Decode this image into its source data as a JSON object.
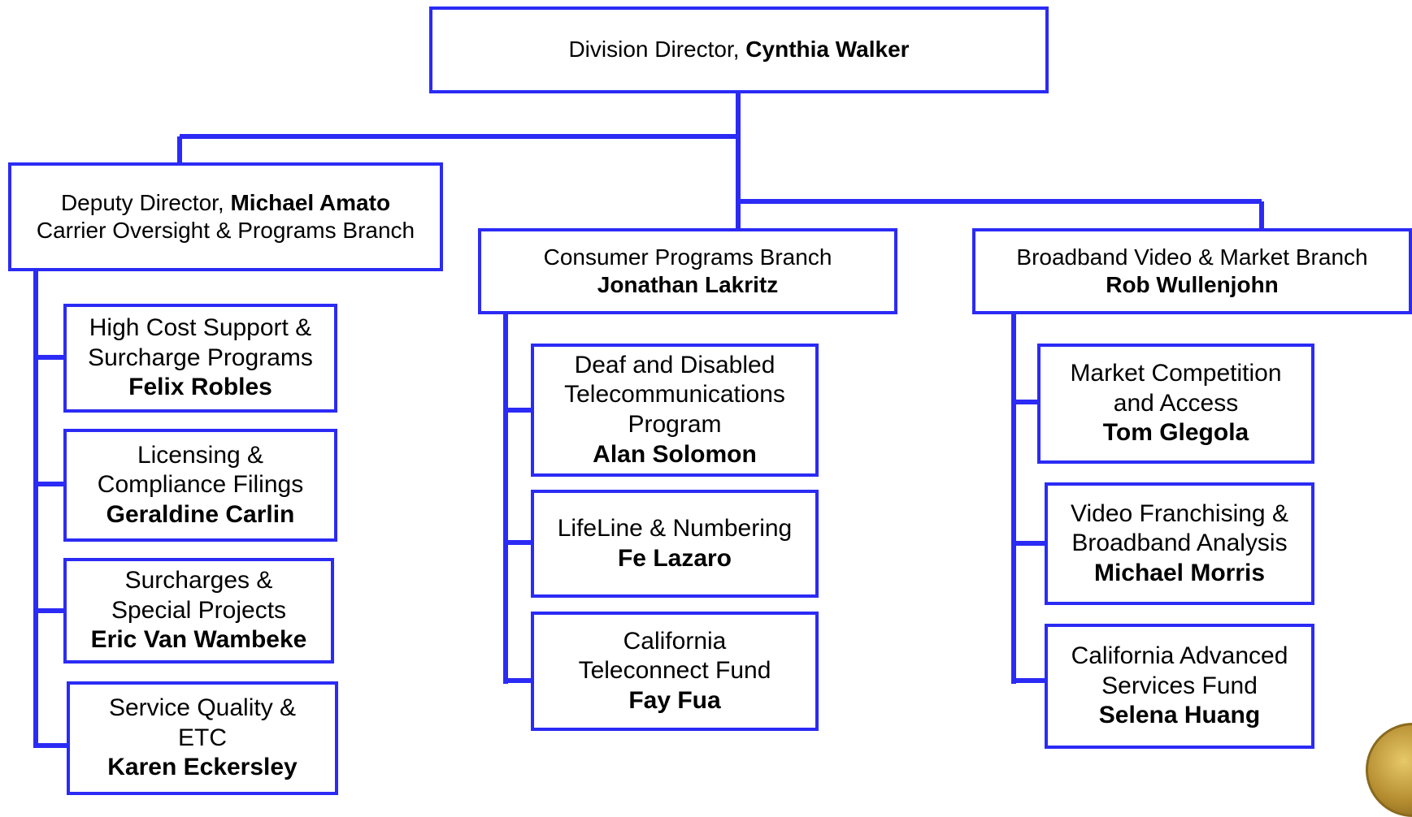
{
  "director": {
    "title": "Division Director, ",
    "name": "Cynthia Walker"
  },
  "deputy": {
    "title": "Deputy Director, ",
    "name": "Michael Amato",
    "branch": "Carrier Oversight & Programs Branch"
  },
  "consumer_branch": {
    "branch": "Consumer Programs Branch",
    "name": "Jonathan Lakritz"
  },
  "broadband_branch": {
    "branch": "Broadband Video & Market Branch",
    "name": "Rob Wullenjohn"
  },
  "deputy_units": [
    {
      "line1": "High Cost Support &",
      "line2": "Surcharge Programs",
      "name": "Felix Robles"
    },
    {
      "line1": "Licensing &",
      "line2": "Compliance Filings",
      "name": "Geraldine Carlin"
    },
    {
      "line1": "Surcharges &",
      "line2": "Special Projects",
      "name": "Eric Van Wambeke"
    },
    {
      "line1": "Service Quality &",
      "line2": "ETC",
      "name": "Karen Eckersley"
    }
  ],
  "consumer_units": [
    {
      "line1": "Deaf and Disabled",
      "line2": "Telecommunications",
      "line3": "Program",
      "name": "Alan Solomon"
    },
    {
      "line1": "LifeLine & Numbering",
      "name": "Fe Lazaro"
    },
    {
      "line1": "California",
      "line2": "Teleconnect Fund",
      "name": "Fay Fua"
    }
  ],
  "broadband_units": [
    {
      "line1": "Market Competition",
      "line2": "and Access",
      "name": "Tom Glegola"
    },
    {
      "line1": "Video Franchising &",
      "line2": "Broadband Analysis",
      "name": "Michael Morris"
    },
    {
      "line1": "California Advanced",
      "line2": "Services Fund",
      "name": "Selena Huang"
    }
  ],
  "colors": {
    "line": "#2b2bf5"
  }
}
